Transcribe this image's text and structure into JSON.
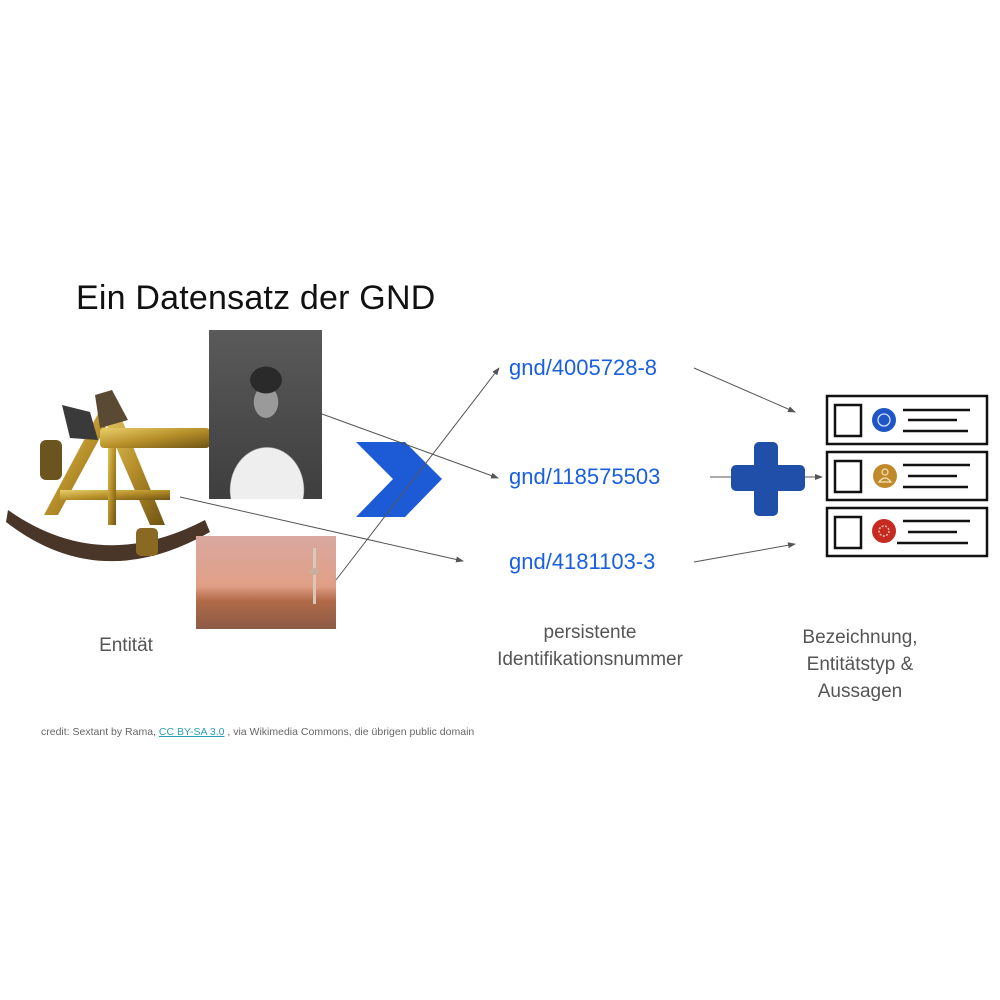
{
  "title": "Ein Datensatz der GND",
  "entities": {
    "images": [
      {
        "name": "sextant",
        "description": "Sextant"
      },
      {
        "name": "portrait",
        "description": "Black-and-white portrait photograph of a woman"
      },
      {
        "name": "cityscape",
        "description": "City skyline with TV tower at sunset"
      }
    ],
    "caption": "Entität"
  },
  "identifiers": {
    "items": [
      "gnd/4005728-8",
      "gnd/118575503",
      "gnd/4181103-3"
    ],
    "caption_line1": "persistente",
    "caption_line2": "Identifikationsnummer",
    "color": "#1a5fe0"
  },
  "records": {
    "items": [
      {
        "badge_icon": "globe-icon",
        "badge_color": "#1f55c4"
      },
      {
        "badge_icon": "person-icon",
        "badge_color": "#c08a2a"
      },
      {
        "badge_icon": "gear-icon",
        "badge_color": "#c62b22"
      }
    ],
    "caption_line1": "Bezeichnung,",
    "caption_line2": "Entitätstyp &",
    "caption_line3": "Aussagen"
  },
  "symbols": {
    "chevron_color": "#1d5ad6",
    "plus_color": "#1f4fa8"
  },
  "credit": {
    "prefix": "credit: Sextant by Rama, ",
    "license_link": "CC BY-SA 3.0",
    "suffix": " , via Wikimedia Commons, die übrigen public domain"
  }
}
